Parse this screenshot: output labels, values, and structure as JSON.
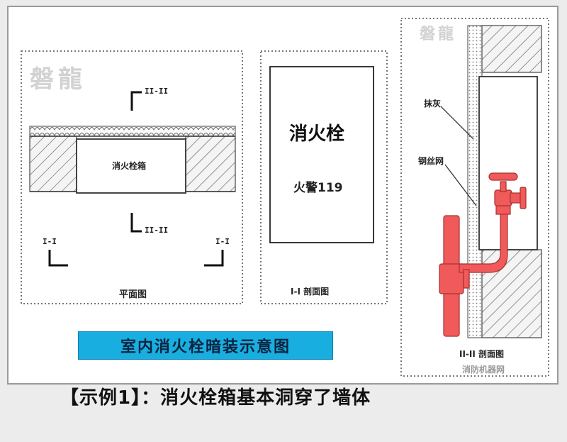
{
  "watermark": "磐龍",
  "plan": {
    "box_label": "消火栓箱",
    "section_mark_ii": "II-II",
    "section_mark_i_left": "I-I",
    "section_mark_i_right": "I-I",
    "view_label": "平面图"
  },
  "section_i": {
    "title": "消火栓",
    "phone": "火警119",
    "view_label": "I-I 剖面图"
  },
  "section_ii": {
    "label_plaster": "抹灰",
    "label_mesh": "钢丝网",
    "view_label": "II-II 剖面图"
  },
  "banner_title": "室内消火栓暗装示意图",
  "source_credit": "消防机器网",
  "caption": "【示例1】：消火栓箱基本洞穿了墙体",
  "colors": {
    "banner": "#18aee0",
    "pipe": "#f05a5a",
    "hatch": "#555555"
  }
}
